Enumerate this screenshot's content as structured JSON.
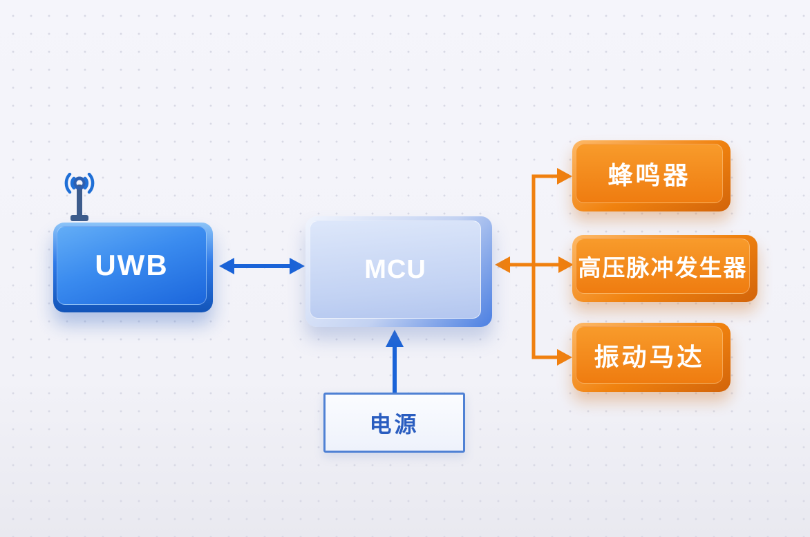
{
  "colors": {
    "connector_blue": "#1a63d8",
    "connector_orange": "#f0800f",
    "orange_face_top": "#f89b2b",
    "orange_face_bottom": "#ef7c10",
    "power_border": "#4f81d4",
    "power_text": "#2a5dc0",
    "dot": "#d8d9e5"
  },
  "diagram": {
    "nodes": {
      "uwb": {
        "label": "UWB",
        "icon": "antenna-icon"
      },
      "mcu": {
        "label": "MCU"
      },
      "power": {
        "label": "电源"
      },
      "buzzer": {
        "label": "蜂鸣器"
      },
      "hv_pulse": {
        "label": "高压脉冲发生器"
      },
      "vibration": {
        "label": "振动马达"
      }
    },
    "edges": [
      {
        "from": "UWB",
        "to": "MCU",
        "style": "bidirectional",
        "color": "#1a63d8"
      },
      {
        "from": "电源",
        "to": "MCU",
        "style": "one-way",
        "color": "#1a63d8"
      },
      {
        "from": "MCU",
        "to": "蜂鸣器",
        "style": "one-way",
        "color": "#f0800f"
      },
      {
        "from": "MCU",
        "to": "高压脉冲发生器",
        "style": "bidirectional",
        "color": "#f0800f"
      },
      {
        "from": "MCU",
        "to": "振动马达",
        "style": "one-way",
        "color": "#f0800f"
      }
    ]
  }
}
